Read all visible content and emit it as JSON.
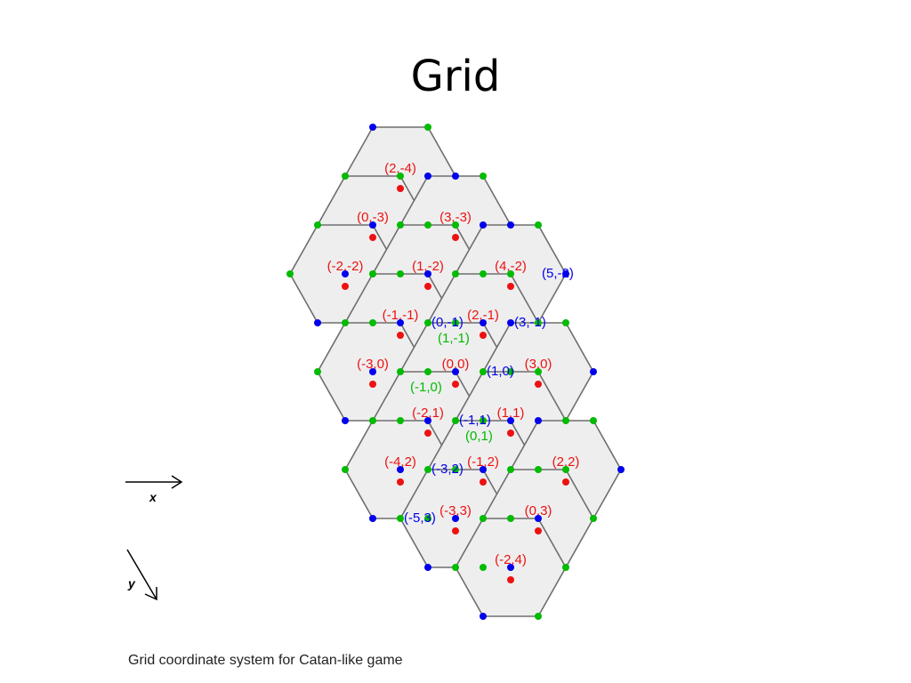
{
  "title": "Grid",
  "caption": "Grid coordinate system for Catan-like game",
  "axes": {
    "x_label": "x",
    "y_label": "y"
  },
  "colors": {
    "hex_fill": "#eeeeee",
    "hex_stroke": "#6e6e6e",
    "hex_coord": "#ee1111",
    "vertex_blue": "#0000ee",
    "vertex_green": "#00bb00"
  },
  "hexes": [
    {
      "x": 2,
      "y": -4,
      "label": "(2,-4)"
    },
    {
      "x": 0,
      "y": -3,
      "label": "(0,-3)"
    },
    {
      "x": 3,
      "y": -3,
      "label": "(3,-3)"
    },
    {
      "x": -2,
      "y": -2,
      "label": "(-2,-2)"
    },
    {
      "x": 1,
      "y": -2,
      "label": "(1,-2)"
    },
    {
      "x": 4,
      "y": -2,
      "label": "(4,-2)"
    },
    {
      "x": -1,
      "y": -1,
      "label": "(-1,-1)"
    },
    {
      "x": 2,
      "y": -1,
      "label": "(2,-1)"
    },
    {
      "x": -3,
      "y": 0,
      "label": "(-3,0)"
    },
    {
      "x": 0,
      "y": 0,
      "label": "(0,0)"
    },
    {
      "x": 3,
      "y": 0,
      "label": "(3,0)"
    },
    {
      "x": -2,
      "y": 1,
      "label": "(-2,1)"
    },
    {
      "x": 1,
      "y": 1,
      "label": "(1,1)"
    },
    {
      "x": -4,
      "y": 2,
      "label": "(-4,2)"
    },
    {
      "x": -1,
      "y": 2,
      "label": "(-1,2)"
    },
    {
      "x": 2,
      "y": 2,
      "label": "(2,2)"
    },
    {
      "x": -3,
      "y": 3,
      "label": "(-3,3)"
    },
    {
      "x": 0,
      "y": 3,
      "label": "(0,3)"
    },
    {
      "x": -2,
      "y": 4,
      "label": "(-2,4)"
    }
  ],
  "vertex_labels": [
    {
      "x": 5,
      "y": -2,
      "label": "(5,-2)",
      "kind": "blue"
    },
    {
      "x": 0,
      "y": -1,
      "label": "(0,-1)",
      "kind": "blue"
    },
    {
      "x": 3,
      "y": -1,
      "label": "(3,-1)",
      "kind": "blue"
    },
    {
      "x": 1,
      "y": -1,
      "label": "(1,-1)",
      "kind": "green"
    },
    {
      "x": 1,
      "y": 0,
      "label": "(1,0)",
      "kind": "blue"
    },
    {
      "x": -1,
      "y": 0,
      "label": "(-1,0)",
      "kind": "green"
    },
    {
      "x": -1,
      "y": 1,
      "label": "(-1,1)",
      "kind": "blue"
    },
    {
      "x": 0,
      "y": 1,
      "label": "(0,1)",
      "kind": "green"
    },
    {
      "x": -3,
      "y": 2,
      "label": "(-3,2)",
      "kind": "blue"
    },
    {
      "x": -5,
      "y": 3,
      "label": "(-5,3)",
      "kind": "blue"
    }
  ]
}
